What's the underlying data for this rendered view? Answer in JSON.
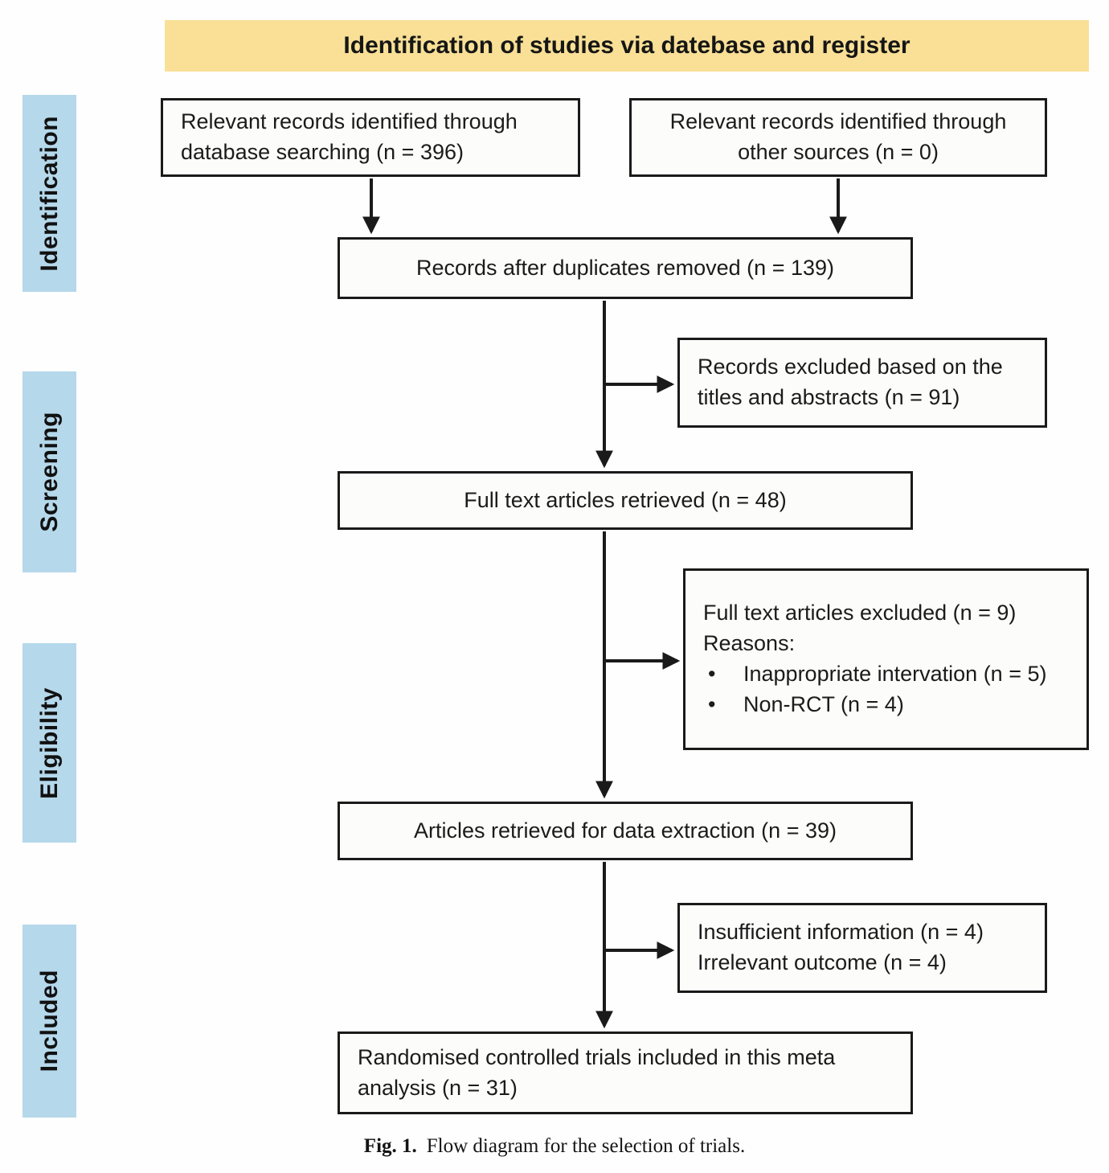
{
  "header": {
    "title": "Identification of studies via datebase and register"
  },
  "sidebar": {
    "items": [
      {
        "id": "identification",
        "label": "Identification"
      },
      {
        "id": "screening",
        "label": "Screening"
      },
      {
        "id": "eligibility",
        "label": "Eligibility"
      },
      {
        "id": "included",
        "label": "Included"
      }
    ]
  },
  "boxes": {
    "db_search": {
      "lines": [
        "Relevant records identified through",
        "database searching (n = 396)"
      ]
    },
    "other_sources": {
      "lines": [
        "Relevant records identified through",
        "other sources (n = 0)"
      ]
    },
    "duplicates_removed": {
      "text": "Records after duplicates removed (n = 139)"
    },
    "excluded_titles": {
      "lines": [
        "Records excluded based on the",
        "titles and abstracts (n = 91)"
      ]
    },
    "full_text_retrieved": {
      "text": "Full text articles retrieved (n = 48)"
    },
    "full_text_excluded": {
      "title": "Full text articles excluded (n = 9)",
      "reasons_label": "Reasons:",
      "bullet_glyph": "•",
      "reasons": [
        "Inappropriate intervation (n = 5)",
        "Non-RCT (n = 4)"
      ]
    },
    "data_extraction": {
      "text": "Articles retrieved for data extraction (n = 39)"
    },
    "excluded_info": {
      "lines": [
        "Insufficient information (n = 4)",
        "Irrelevant outcome (n = 4)"
      ]
    },
    "included_rct": {
      "lines": [
        "Randomised controlled trials included in this meta",
        "analysis (n = 31)"
      ]
    }
  },
  "caption": {
    "label": "Fig. 1.",
    "text": "Flow diagram for the selection of trials."
  },
  "colors": {
    "header_bg": "#f9e096",
    "sidebar_bg": "#b5d8eb",
    "border": "#1a1a1a"
  }
}
